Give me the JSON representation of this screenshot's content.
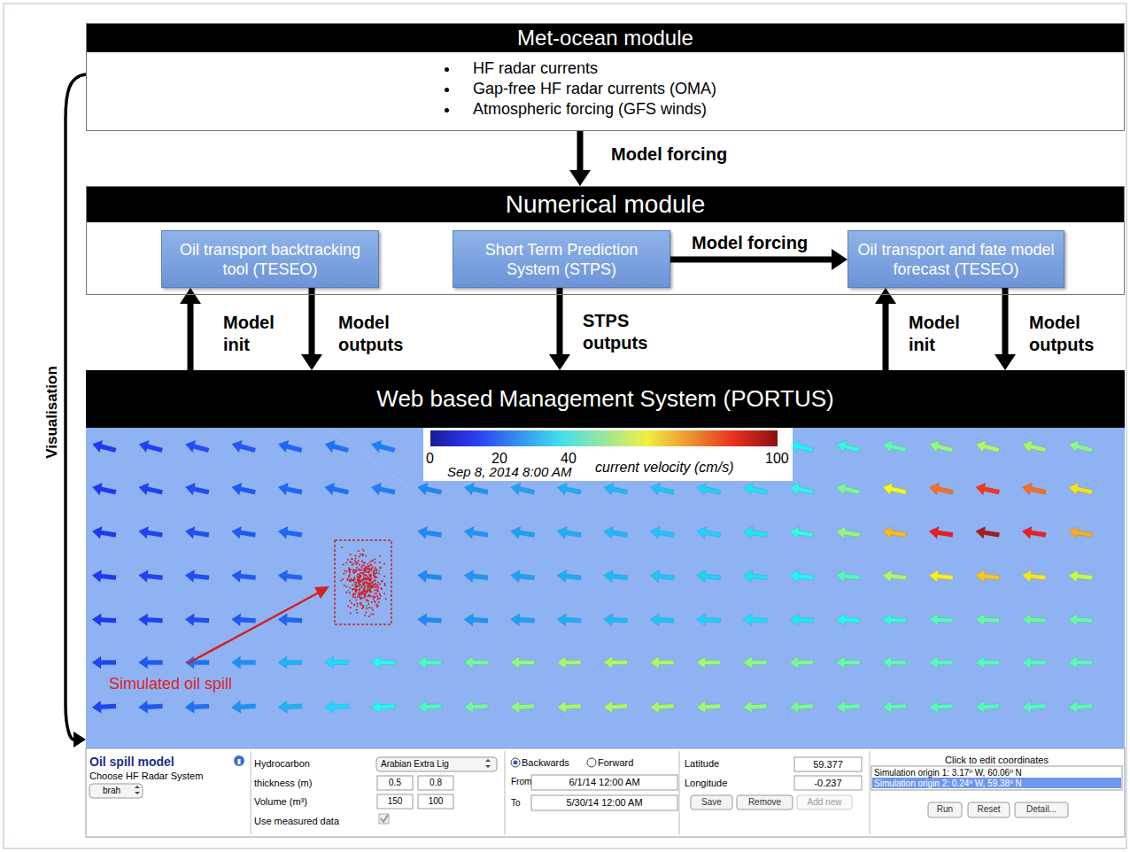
{
  "diagram": {
    "nodes": [
      {
        "text": [
          "Met-ocean module",
          "HF radar currents",
          "Gap-free HF radar currents (OMA)",
          "Atmospheric forcing (GFS winds)"
        ]
      },
      {
        "text": [
          "Numerical module"
        ]
      },
      {
        "text": [
          "Oil transport backtracking tool (TESEO)"
        ],
        "in": 1
      },
      {
        "text": [
          "Short Term Prediction System (STPS)"
        ],
        "in": 1
      },
      {
        "text": [
          "Oil transport and fate model forecast (TESEO)"
        ],
        "in": 1
      },
      {
        "text": [
          "Web based Management System (PORTUS)"
        ]
      }
    ],
    "edges": [
      {
        "from": 0,
        "to": 1,
        "label": "Model forcing",
        "arrow": "to"
      },
      {
        "from": 3,
        "to": 4,
        "label": "Model forcing",
        "arrow": "to"
      },
      {
        "from": 5,
        "to": 2,
        "label": "Model init",
        "arrow": "to"
      },
      {
        "from": 2,
        "to": 5,
        "label": "Model outputs",
        "arrow": "to"
      },
      {
        "from": 3,
        "to": 5,
        "label": "STPS outputs",
        "arrow": "to"
      },
      {
        "from": 5,
        "to": 4,
        "label": "Model init",
        "arrow": "to"
      },
      {
        "from": 4,
        "to": 5,
        "label": "Model outputs",
        "arrow": "to"
      },
      {
        "from": 0,
        "to": 5,
        "label": "Visualisation",
        "arrow": "to"
      }
    ],
    "labels": [
      "0",
      "20",
      "40",
      "Sep 8, 2014 8:00 AM",
      "current velocity (cm/s)",
      "100",
      "Simulated oil spill",
      "Oil spill model",
      "Choose HF Radar System",
      "brah",
      "Hydrocarbon",
      "Arabian Extra Lig",
      "thickness (m)",
      "0.5",
      "0.8",
      "Volume (m³)",
      "150",
      "100",
      "Use measured data",
      "Backwards",
      "Forward",
      "From",
      "6/1/14 12:00 AM",
      "To",
      "5/30/14 12:00 AM",
      "Latitude",
      "59.377",
      "Longitude",
      "-0.237",
      "Save",
      "Remove",
      "Add new",
      "Click to edit coordinates",
      "Simulation origin 1: 3.17º W, 60.06º N",
      "Simulation origin 2: 0.24º W, 59.38º N",
      "Run",
      "Reset",
      "Detail..."
    ]
  }
}
